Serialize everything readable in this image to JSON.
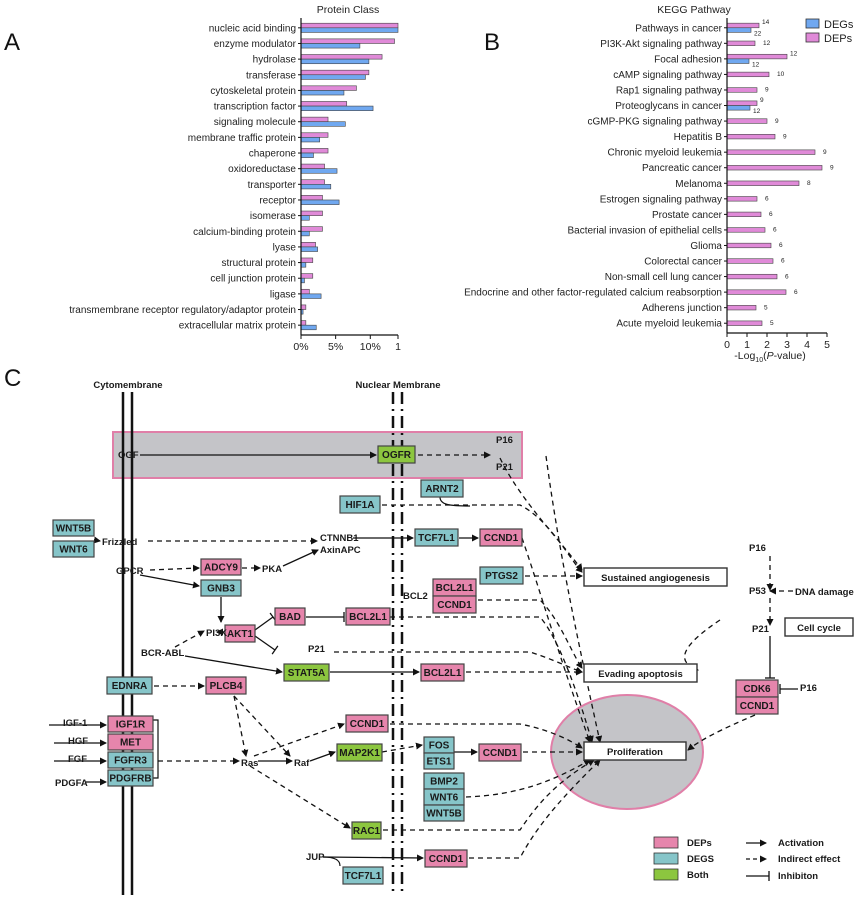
{
  "panels": {
    "a": "A",
    "b": "B",
    "c": "C"
  },
  "chart_data": [
    {
      "type": "bar",
      "orientation": "horizontal",
      "title": "Protein Class",
      "xlabel": "",
      "xlim": [
        0,
        14
      ],
      "xticks": [
        "0%",
        "5%",
        "10%",
        "1"
      ],
      "grid": false,
      "categories": [
        "nucleic acid binding",
        "enzyme modulator",
        "hydrolase",
        "transferase",
        "cytoskeletal protein",
        "transcription factor",
        "signaling molecule",
        "membrane traffic protein",
        "chaperone",
        "oxidoreductase",
        "transporter",
        "receptor",
        "isomerase",
        "calcium-binding protein",
        "lyase",
        "structural protein",
        "cell junction protein",
        "ligase",
        "transmembrane receptor regulatory/adaptor protein",
        "extracellular matrix protein"
      ],
      "series": [
        {
          "name": "DEPs",
          "color": "#e08ad8",
          "values": [
            14.0,
            13.5,
            11.7,
            9.8,
            8.0,
            6.6,
            3.9,
            3.9,
            3.9,
            3.4,
            3.4,
            3.1,
            3.1,
            3.1,
            2.1,
            1.7,
            1.7,
            1.2,
            0.7,
            0.7
          ]
        },
        {
          "name": "DEGs",
          "color": "#70a8f0",
          "values": [
            14.0,
            8.5,
            9.8,
            9.3,
            6.2,
            10.4,
            6.4,
            2.7,
            1.8,
            5.2,
            4.3,
            5.5,
            1.2,
            1.2,
            2.4,
            0.7,
            0.5,
            2.9,
            0.3,
            2.2
          ]
        }
      ]
    },
    {
      "type": "bar",
      "orientation": "horizontal",
      "title": "KEGG Pathway",
      "xlabel": "-Log10(P-value)",
      "xlim": [
        0,
        5
      ],
      "xticks": [
        "0",
        "1",
        "2",
        "3",
        "4",
        "5"
      ],
      "grid": false,
      "legend": {
        "position": "top-right",
        "entries": [
          "DEGs",
          "DEPs"
        ]
      },
      "categories": [
        "Pathways in cancer",
        "PI3K-Akt signaling pathway",
        "Focal adhesion",
        "cAMP signaling pathway",
        "Rap1 signaling pathway",
        "Proteoglycans in cancer",
        "cGMP-PKG signaling pathway",
        "Hepatitis B",
        "Chronic myeloid leukemia",
        "Pancreatic cancer",
        "Melanoma",
        "Estrogen signaling pathway",
        "Prostate cancer",
        "Bacterial invasion of epithelial cells",
        "Glioma",
        "Colorectal cancer",
        "Non-small cell lung cancer",
        "Endocrine and other factor-regulated calcium reabsorption",
        "Adherens junction",
        "Acute myeloid leukemia"
      ],
      "series": [
        {
          "name": "DEPs",
          "color": "#e08ad8",
          "values": [
            1.6,
            1.4,
            3.0,
            2.1,
            1.5,
            1.5,
            2.0,
            2.4,
            4.4,
            4.75,
            3.6,
            1.5,
            1.7,
            1.9,
            2.2,
            2.3,
            2.5,
            2.95,
            1.45,
            1.75
          ],
          "labels": [
            "14",
            "12",
            "12",
            "10",
            "9",
            "9",
            "9",
            "9",
            "9",
            "9",
            "8",
            "6",
            "6",
            "6",
            "6",
            "6",
            "6",
            "6",
            "5",
            "5"
          ]
        },
        {
          "name": "DEGs",
          "color": "#70a8f0",
          "values": [
            1.2,
            null,
            1.1,
            null,
            null,
            1.15,
            null,
            null,
            null,
            null,
            null,
            null,
            null,
            null,
            null,
            null,
            null,
            null,
            null,
            null
          ],
          "labels": [
            "22",
            "",
            "12",
            "",
            "",
            "12",
            "",
            "",
            "",
            "",
            "",
            "",
            "",
            "",
            "",
            "",
            "",
            "",
            "",
            ""
          ]
        }
      ]
    }
  ],
  "pathway": {
    "compartments": {
      "cytomembrane": "Cytomembrane",
      "nuclear": "Nuclear  Membrane"
    },
    "colors": {
      "DEPs": "#e685ac",
      "DEGS": "#86c5c9",
      "Both": "#8cc63f",
      "highlight_border": "#e07fa8",
      "highlight_fill": "#c4c4c8"
    },
    "nodes": {
      "ogf": "OGF",
      "ogfr": "OGFR",
      "p16_top": "P16",
      "p21_top": "P21",
      "hif1a": "HIF1A",
      "arnt2": "ARNT2",
      "wnt5b": "WNT5B",
      "wnt6": "WNT6",
      "frizzled": "Frizzled",
      "ctnnb1": "CTNNB1",
      "axinapc": "AxinAPC",
      "tcf7l1": "TCF7L1",
      "ccnd1_a": "CCND1",
      "gpcr": "GPCR",
      "adcy9": "ADCY9",
      "pka": "PKA",
      "gnb3": "GNB3",
      "ptgs2": "PTGS2",
      "bcl2": "BCL2",
      "bcl2l1_a": "BCL2L1",
      "ccnd1_b": "CCND1",
      "pi3k": "PI3K",
      "akt1": "AKT1",
      "bad": "BAD",
      "bcl2l1_b": "BCL2L1",
      "p21_mid": "P21",
      "bcr_abl": "BCR-ABL",
      "stat5a": "STAT5A",
      "bcl2l1_c": "BCL2L1",
      "ednra": "EDNRA",
      "plcb4": "PLCB4",
      "igf1": "IGF-1",
      "igf1r": "IGF1R",
      "hgf": "HGF",
      "met": "MET",
      "fgf": "FGF",
      "fgfr3": "FGFR3",
      "pdgfa": "PDGFA",
      "pdgfrb": "PDGFRB",
      "ras": "Ras",
      "raf": "Raf",
      "map2k1": "MAP2K1",
      "ccnd1_c": "CCND1",
      "fos": "FOS",
      "ets1": "ETS1",
      "ccnd1_d": "CCND1",
      "bmp2": "BMP2",
      "wnt6_b": "WNT6",
      "wnt5b_b": "WNT5B",
      "rac1": "RAC1",
      "jup": "JUP",
      "tcf7l1_b": "TCF7L1",
      "ccnd1_e": "CCND1",
      "p16_r": "P16",
      "p53": "P53",
      "dna_damage": "DNA damage",
      "p21_r": "P21",
      "cdk6": "CDK6",
      "ccnd1_f": "CCND1",
      "p16_cdk": "P16"
    },
    "outcomes": {
      "angiogenesis": "Sustained  angiogenesis",
      "cell_cycle": "Cell  cycle",
      "apoptosis": "Evading  apoptosis",
      "proliferation": "Proliferation"
    },
    "legend": {
      "deps": "DEPs",
      "degs": "DEGS",
      "both": "Both",
      "activation": "Activation",
      "indirect": "Indirect  effect",
      "inhibition": "Inhibiton"
    }
  }
}
